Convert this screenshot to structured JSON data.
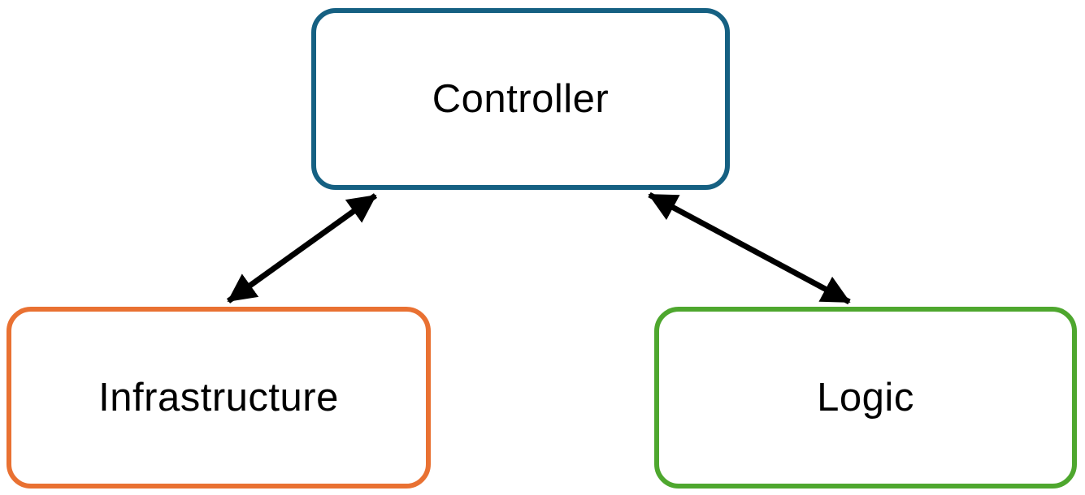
{
  "diagram": {
    "background_color": "#ffffff",
    "text_color": "#000000",
    "arrow_color": "#000000",
    "nodes": [
      {
        "id": "controller",
        "label": "Controller",
        "border_color": "#156082",
        "position": "top-center"
      },
      {
        "id": "infrastructure",
        "label": "Infrastructure",
        "border_color": "#E97132",
        "position": "bottom-left"
      },
      {
        "id": "logic",
        "label": "Logic",
        "border_color": "#4EA72E",
        "position": "bottom-right"
      }
    ],
    "edges": [
      {
        "from": "controller",
        "to": "infrastructure",
        "direction": "bidirectional",
        "style": "solid"
      },
      {
        "from": "controller",
        "to": "logic",
        "direction": "bidirectional",
        "style": "solid"
      }
    ]
  }
}
